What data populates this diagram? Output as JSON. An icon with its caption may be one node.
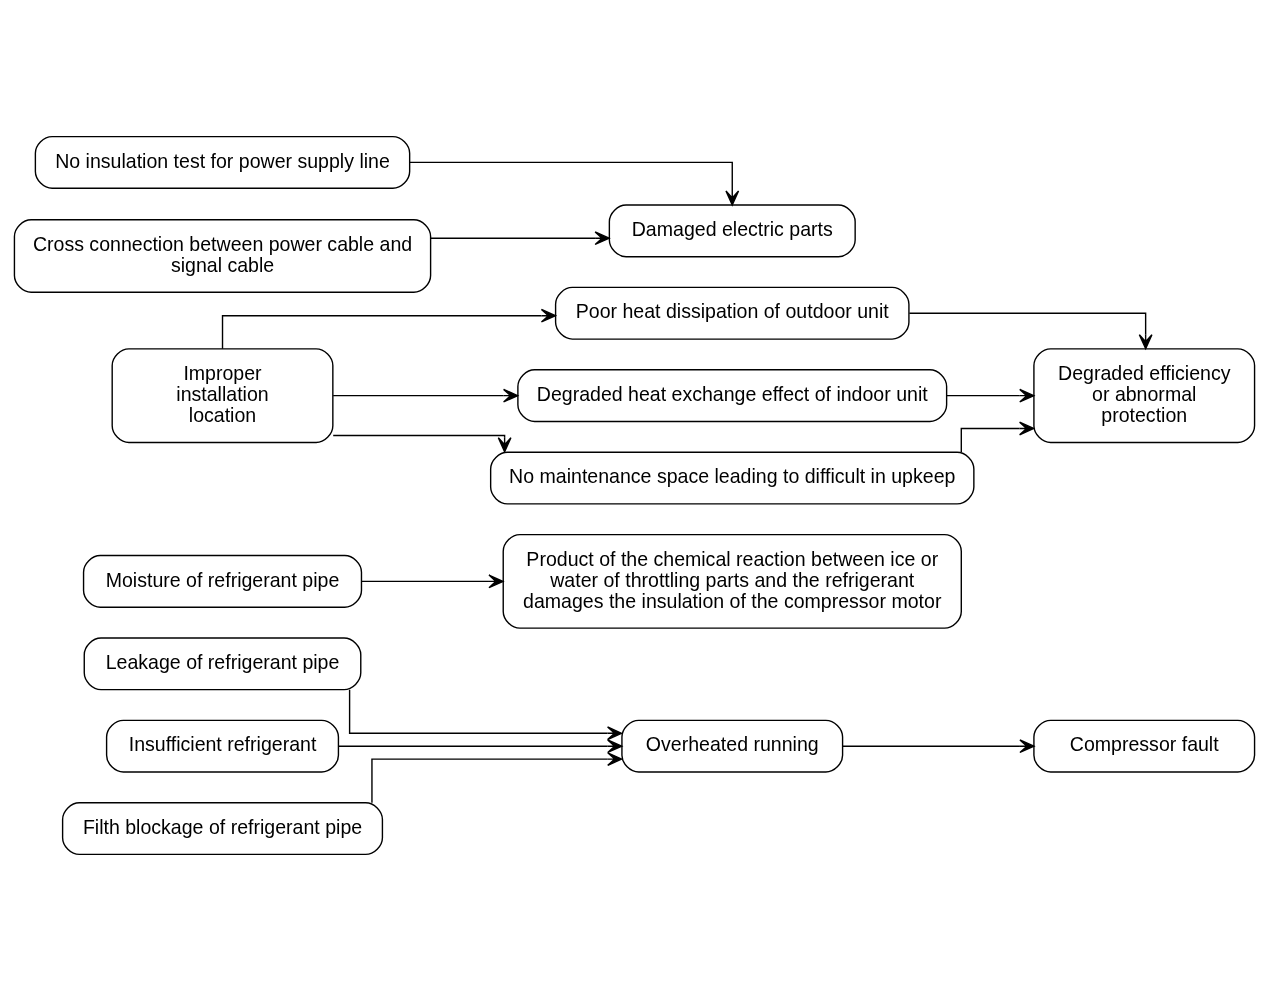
{
  "diagram": {
    "nodes": [
      {
        "text": [
          "Leakage of refrigerant pipe"
        ]
      },
      {
        "text": [
          "Insufficient refrigerant"
        ]
      },
      {
        "text": [
          "Filth blockage of refrigerant pipe"
        ]
      },
      {
        "text": [
          "Overheated running"
        ]
      },
      {
        "text": [
          "Compressor fault"
        ]
      },
      {
        "text": [
          "Moisture of refrigerant pipe"
        ]
      },
      {
        "text": [
          "Product of the chemical reaction between ice or water of throttling parts and the refrigerant damages the insulation of the compressor motor"
        ]
      },
      {
        "text": [
          "Improper installation location"
        ]
      },
      {
        "text": [
          "Poor heat dissipation of outdoor unit"
        ]
      },
      {
        "text": [
          "Degraded heat exchange effect of indoor unit"
        ]
      },
      {
        "text": [
          "No maintenance space leading to difficult in upkeep"
        ]
      },
      {
        "text": [
          "Degraded efficiency or abnormal protection"
        ]
      },
      {
        "text": [
          "No insulation test for power supply line"
        ]
      },
      {
        "text": [
          "Cross connection between power cable and signal cable"
        ]
      },
      {
        "text": [
          "Damaged electric parts"
        ]
      }
    ],
    "edges": [
      {
        "from": 0,
        "to": 3,
        "arrow": "to"
      },
      {
        "from": 1,
        "to": 3,
        "arrow": "to"
      },
      {
        "from": 2,
        "to": 3,
        "arrow": "to"
      },
      {
        "from": 3,
        "to": 4,
        "arrow": "to"
      },
      {
        "from": 5,
        "to": 6,
        "arrow": "to"
      },
      {
        "from": 7,
        "to": 8,
        "arrow": "to"
      },
      {
        "from": 7,
        "to": 9,
        "arrow": "to"
      },
      {
        "from": 7,
        "to": 10,
        "arrow": "to"
      },
      {
        "from": 8,
        "to": 11,
        "arrow": "to"
      },
      {
        "from": 9,
        "to": 11,
        "arrow": "to"
      },
      {
        "from": 10,
        "to": 11,
        "arrow": "to"
      },
      {
        "from": 12,
        "to": 14,
        "arrow": "to"
      },
      {
        "from": 13,
        "to": 14,
        "arrow": "to"
      }
    ]
  }
}
